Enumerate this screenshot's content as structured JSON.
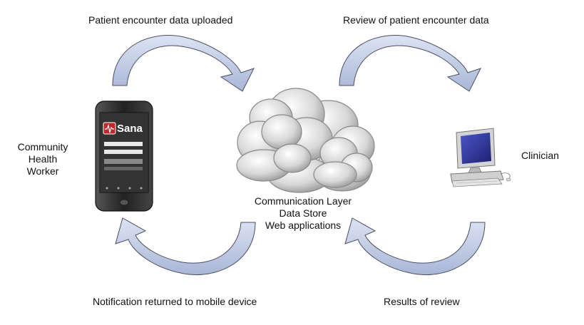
{
  "labels": {
    "top_left": "Patient encounter data uploaded",
    "top_right": "Review of patient encounter data",
    "bottom_left": "Notification returned to mobile device",
    "bottom_right": "Results of review",
    "worker_line1": "Community",
    "worker_line2": "Health",
    "worker_line3": "Worker",
    "clinician": "Clinician",
    "cloud_line1": "Communication Layer",
    "cloud_line2": "Data Store",
    "cloud_line3": "Web applications"
  },
  "phone": {
    "app_name": "Sana",
    "logo_color": "#c0282a",
    "body_color": "#2a2a2a"
  },
  "colors": {
    "arrow_fill": "#b4c0dd",
    "arrow_stroke": "#4a4f60",
    "cloud_fill": "#d6d6d6",
    "monitor_screen": "#2b2f8a"
  }
}
